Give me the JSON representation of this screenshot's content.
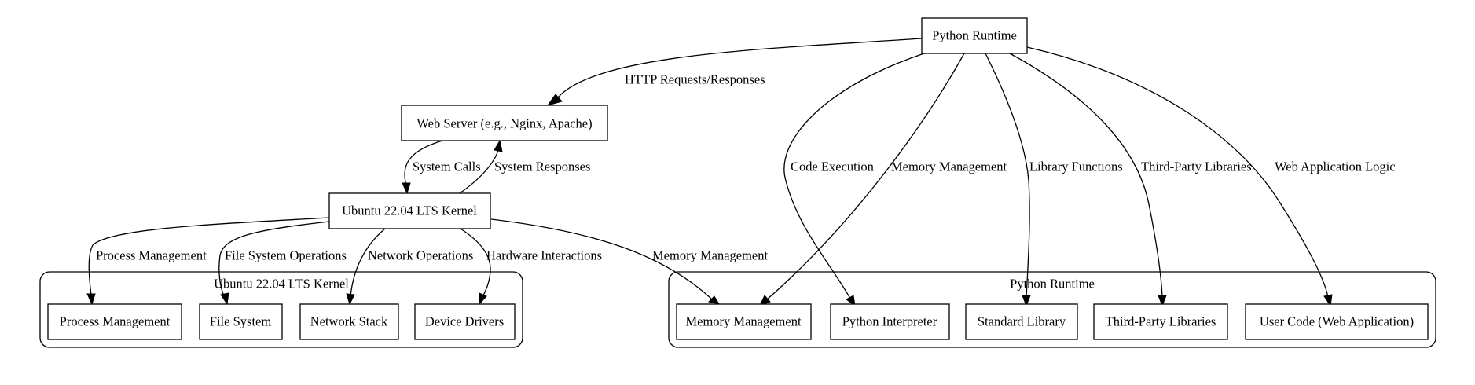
{
  "nodes": {
    "python_runtime": "Python Runtime",
    "web_server": "Web Server (e.g., Nginx, Apache)",
    "kernel": "Ubuntu 22.04 LTS Kernel",
    "process_management": "Process Management",
    "file_system": "File System",
    "network_stack": "Network Stack",
    "device_drivers": "Device Drivers",
    "memory_management": "Memory Management",
    "python_interpreter": "Python Interpreter",
    "standard_library": "Standard Library",
    "third_party_libraries": "Third-Party Libraries",
    "user_code": "User Code (Web Application)"
  },
  "clusters": {
    "kernel_cluster": "Ubuntu 22.04 LTS Kernel",
    "python_cluster": "Python Runtime"
  },
  "edges": {
    "runtime_to_webserver": "HTTP Requests/Responses",
    "webserver_to_kernel": "System Calls",
    "kernel_to_webserver": "System Responses",
    "kernel_to_process": "Process Management",
    "kernel_to_filesystem": "File System Operations",
    "kernel_to_network": "Network Operations",
    "kernel_to_drivers": "Hardware Interactions",
    "kernel_to_memory": "Memory Management",
    "runtime_to_interpreter": "Code Execution",
    "runtime_to_memory": "Memory Management",
    "runtime_to_stdlib": "Library Functions",
    "runtime_to_thirdparty": "Third-Party Libraries",
    "runtime_to_usercode": "Web Application Logic"
  }
}
